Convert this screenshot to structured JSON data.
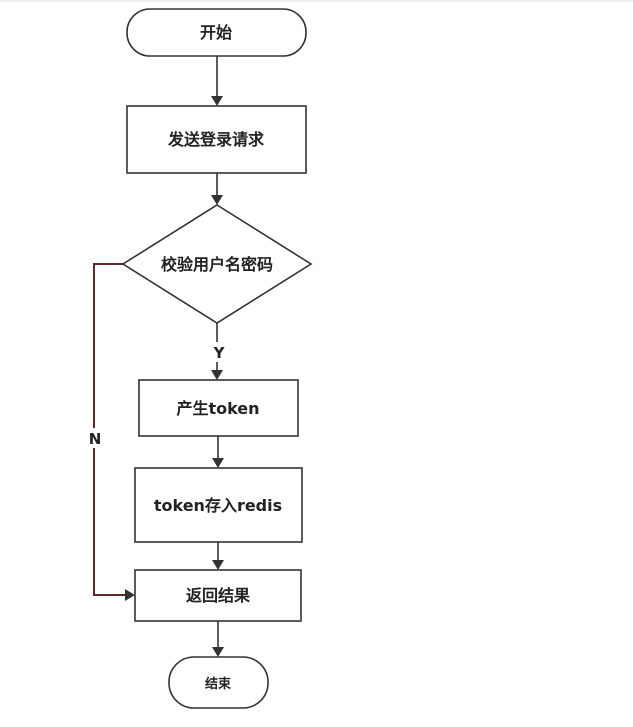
{
  "nodes": {
    "start": "开始",
    "send_login": "发送登录请求",
    "verify": "校验用户名密码",
    "gen_token": "产生token",
    "store_token": "token存入redis",
    "return_result": "返回结果",
    "end": "结束"
  },
  "edges": {
    "yes_label": "Y",
    "no_label": "N"
  },
  "colors": {
    "stroke": "#333333",
    "no_branch": "#5a2a2a"
  }
}
